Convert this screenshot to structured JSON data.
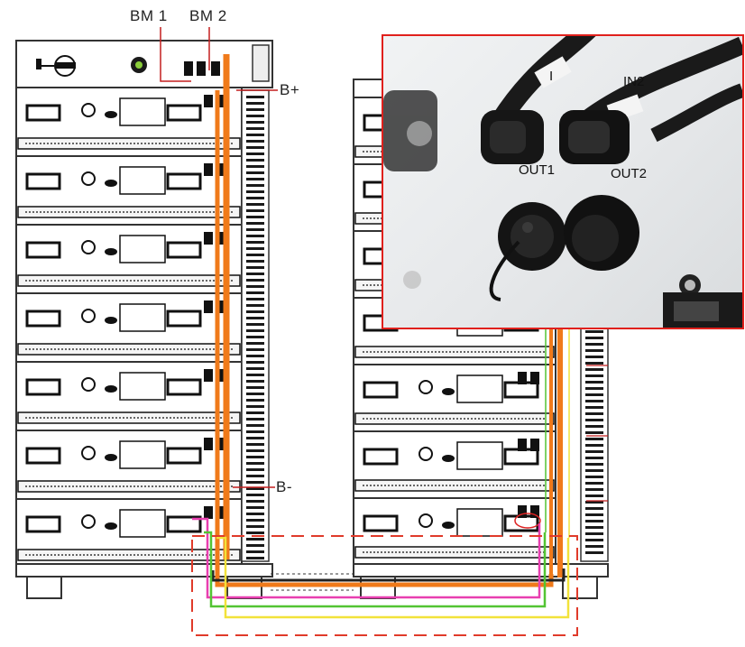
{
  "labels": {
    "bm1": "BM 1",
    "bm2": "BM 2",
    "b_plus": "B+",
    "b_minus": "B-"
  },
  "inset": {
    "in1_partial": "I",
    "in2": "IN2",
    "out1": "OUT1",
    "out2": "OUT2"
  },
  "colors": {
    "power_cable": "#f07a1a",
    "inset_border": "#e0201c",
    "dashed_box": "#e03a2a",
    "cable_magenta": "#e83fb0",
    "cable_green": "#53c433",
    "cable_yellow": "#f2e23a"
  }
}
